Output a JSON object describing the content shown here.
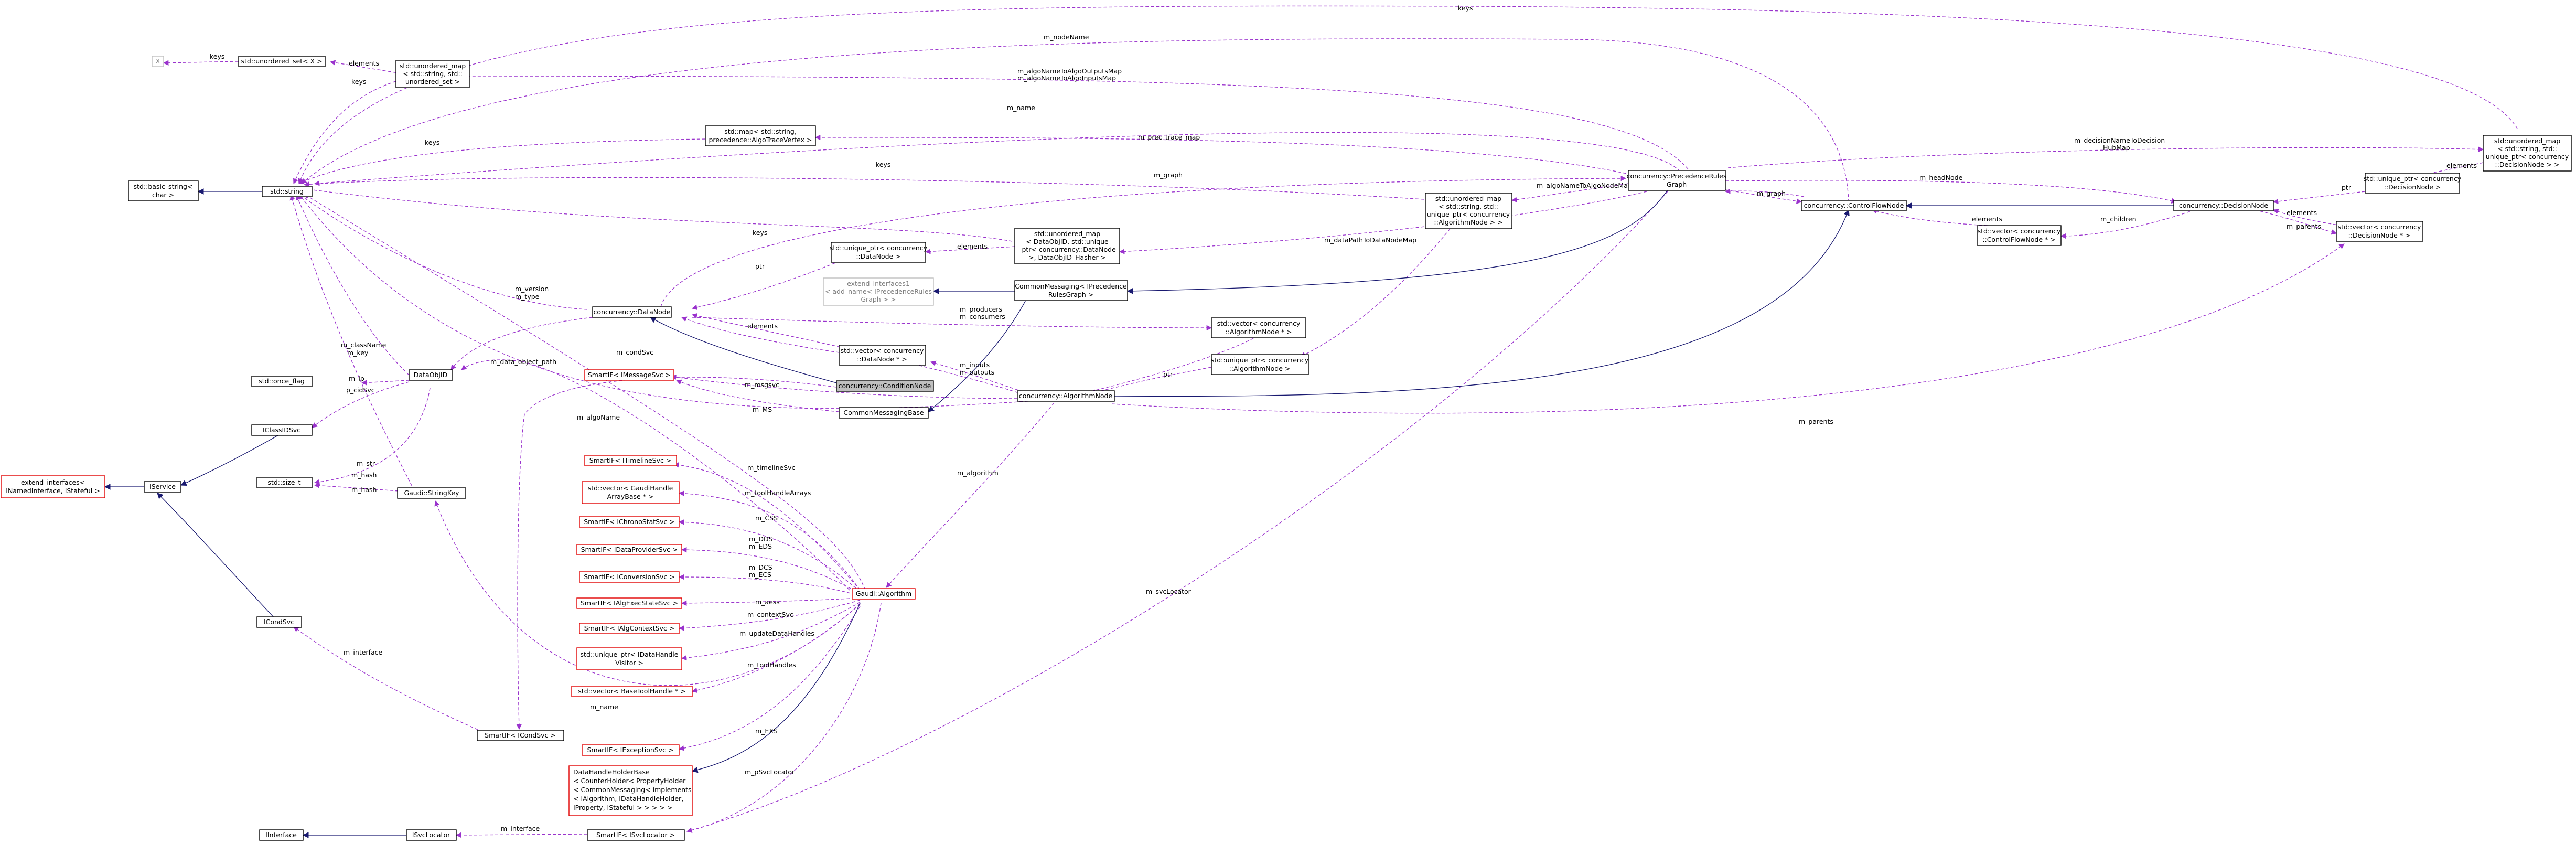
{
  "diagram": {
    "nodes": {
      "x": [
        "X"
      ],
      "unordered_set": [
        "std::unordered_set< X >"
      ],
      "umap_string_set": [
        "std::unordered_map",
        "< std::string, std::",
        "unordered_set >"
      ],
      "basic_string": [
        "std::basic_string<",
        "char >"
      ],
      "string": [
        "std::string"
      ],
      "map_string_vertex": [
        "std::map< std::string,",
        "precedence::AlgoTraceVertex >"
      ],
      "umap_decisionnode": [
        "std::unordered_map",
        "< std::string, std::",
        "unique_ptr< concurrency",
        "::DecisionNode > >"
      ],
      "uptr_decisionnode": [
        "std::unique_ptr< concurrency",
        "::DecisionNode >"
      ],
      "precedence_rules_graph": [
        "concurrency::PrecedenceRules",
        "Graph"
      ],
      "umap_algorithmnode": [
        "std::unordered_map",
        "< std::string, std::",
        "unique_ptr< concurrency",
        "::AlgorithmNode > >"
      ],
      "control_flow_node": [
        "concurrency::ControlFlowNode"
      ],
      "decision_node": [
        "concurrency::DecisionNode"
      ],
      "uptr_datanode": [
        "std::unique_ptr< concurrency",
        "::DataNode >"
      ],
      "umap_dataobjid": [
        "std::unordered_map",
        "< DataObjID, std::unique",
        "_ptr< concurrency::DataNode",
        " >, DataObjID_Hasher >"
      ],
      "vec_cfn": [
        "std::vector< concurrency",
        "::ControlFlowNode * >"
      ],
      "vec_dn_ptr": [
        "std::vector< concurrency",
        "::DecisionNode * >"
      ],
      "extend_interfaces1": [
        "extend_interfaces1",
        "< add_name< IPrecedenceRules",
        "Graph > >"
      ],
      "imp_graph": [
        "CommonMessaging< IPrecedence",
        "RulesGraph >"
      ],
      "data_node": [
        "concurrency::DataNode"
      ],
      "vec_algnode": [
        "std::vector< concurrency",
        "::AlgorithmNode * >"
      ],
      "vec_datanode": [
        "std::vector< concurrency",
        "::DataNode * >"
      ],
      "uptr_algnode": [
        "std::unique_ptr< concurrency",
        "::AlgorithmNode >"
      ],
      "condnode": [
        "concurrency::ConditionNode"
      ],
      "dataobjid": [
        "DataObjID"
      ],
      "smartif_imessagesvc": [
        "SmartIF< IMessageSvc >"
      ],
      "commonmessagingbase": [
        "CommonMessagingBase"
      ],
      "algorithm_node": [
        "concurrency::AlgorithmNode"
      ],
      "once_flag": [
        "std::once_flag"
      ],
      "iclassidsvc": [
        "IClassIDSvc"
      ],
      "extend_interfaces3": [
        "extend_interfaces<",
        "INamedInterface, IStateful >"
      ],
      "iservice": [
        "IService"
      ],
      "size_t": [
        "std::size_t"
      ],
      "stringkey": [
        "Gaudi::StringKey"
      ],
      "smartif_itimelinesvc": [
        "SmartIF< ITimelineSvc >"
      ],
      "vec_gaudihandle": [
        "std::vector< GaudiHandle",
        "ArrayBase * >"
      ],
      "smartif_ichronostatsvc": [
        "SmartIF< IChronoStatSvc >"
      ],
      "smartif_idataprovidersvc": [
        "SmartIF< IDataProviderSvc >"
      ],
      "smartif_iconversionsvc": [
        "SmartIF< IConversionSvc >"
      ],
      "smartif_ialgexecstatesvc": [
        "SmartIF< IAlgExecStateSvc >"
      ],
      "smartif_ialgcontextsvc": [
        "SmartIF< IAlgContextSvc >"
      ],
      "uptr_datahandlevisitor": [
        "std::unique_ptr< IDataHandle",
        "Visitor >"
      ],
      "vec_basetoolhandle": [
        "std::vector< BaseToolHandle * >"
      ],
      "icondsvc": [
        "ICondSvc"
      ],
      "smartif_icondsvc": [
        "SmartIF< ICondSvc >"
      ],
      "gaudi_algorithm": [
        "Gaudi::Algorithm"
      ],
      "smartif_iexceptionsvc": [
        "SmartIF< IExceptionSvc >"
      ],
      "datahandleholderbase": [
        "DataHandleHolderBase",
        "< CounterHolder< PropertyHolder",
        "< CommonMessaging< implements",
        "< IAlgorithm, IDataHandleHolder,",
        " IProperty, IStateful > > > > >"
      ],
      "interface": [
        "IInterface"
      ],
      "isvclocator": [
        "ISvcLocator"
      ],
      "smartif_isvclocator": [
        "SmartIF< ISvcLocator >"
      ]
    },
    "edge_labels": {
      "keys_1": "keys",
      "elements_1": "elements",
      "keys_2": "keys",
      "keys_3": "keys",
      "keys_top": "keys",
      "m_nodename": "m_nodeName",
      "m_algoname_maps": [
        "m_algoNameToAlgoOutputsMap",
        "m_algoNameToAlgoInputsMap"
      ],
      "m_name_1": "m_name",
      "m_prec_trace_map": "m_prec_trace_map",
      "keys_4": "keys",
      "m_graph_1": "m_graph",
      "m_decision_map": [
        "m_decisionNameToDecision",
        "HubMap"
      ],
      "elements_2": "elements",
      "ptr_1": "ptr",
      "m_algonametoalgonodemap": "m_algoNameToAlgoNodeMap",
      "m_headnode": "m_headNode",
      "m_graph_2": "m_graph",
      "keys_5": "keys",
      "elements_3": "elements",
      "m_children": "m_children",
      "elements_4": "elements",
      "m_parents_1": "m_parents",
      "m_datapathtodatanodemap": "m_dataPathToDataNodeMap",
      "ptr_2": "ptr",
      "elements_5": "elements",
      "m_version_type": [
        "m_version",
        "m_type"
      ],
      "m_producers_consumers": [
        "m_producers",
        "m_consumers"
      ],
      "elements_6": "elements",
      "m_data_object_path": "m_data_object_path",
      "m_classname_key": [
        "m_className",
        "m_key"
      ],
      "m_condsvc": "m_condSvc",
      "m_inputs_outputs": [
        "m_inputs",
        "m_outputs"
      ],
      "ptr_3": "ptr",
      "m_msgsvc": "m_msgsvc",
      "m_algoname": "m_algoName",
      "m_ms": "m_MS",
      "m_parents_2": "m_parents",
      "m_ip": "m_ip",
      "p_cidsvc": "p_cidSvc",
      "m_str": "m_str",
      "m_hash_1": "m_hash",
      "m_hash_2": "m_hash",
      "m_timelinesvc": "m_timelineSvc",
      "m_toolhandlearrays": "m_toolHandleArrays",
      "m_algorithm": "m_algorithm",
      "m_css": "m_CSS",
      "m_dds_eds": [
        "m_DDS",
        "m_EDS"
      ],
      "m_dcs_ecs": [
        "m_DCS",
        "m_ECS"
      ],
      "m_aess": "m_aess",
      "m_contextsvc": "m_contextSvc",
      "m_updatedatahandles": "m_updateDataHandles",
      "m_toolhandles": "m_toolHandles",
      "m_svclocator_1": "m_svcLocator",
      "m_interface_1": "m_interface",
      "m_name_2": "m_name",
      "m_exs": "m_EXS",
      "m_psvclocator": "m_pSvcLocator",
      "m_interface_2": "m_interface"
    }
  }
}
